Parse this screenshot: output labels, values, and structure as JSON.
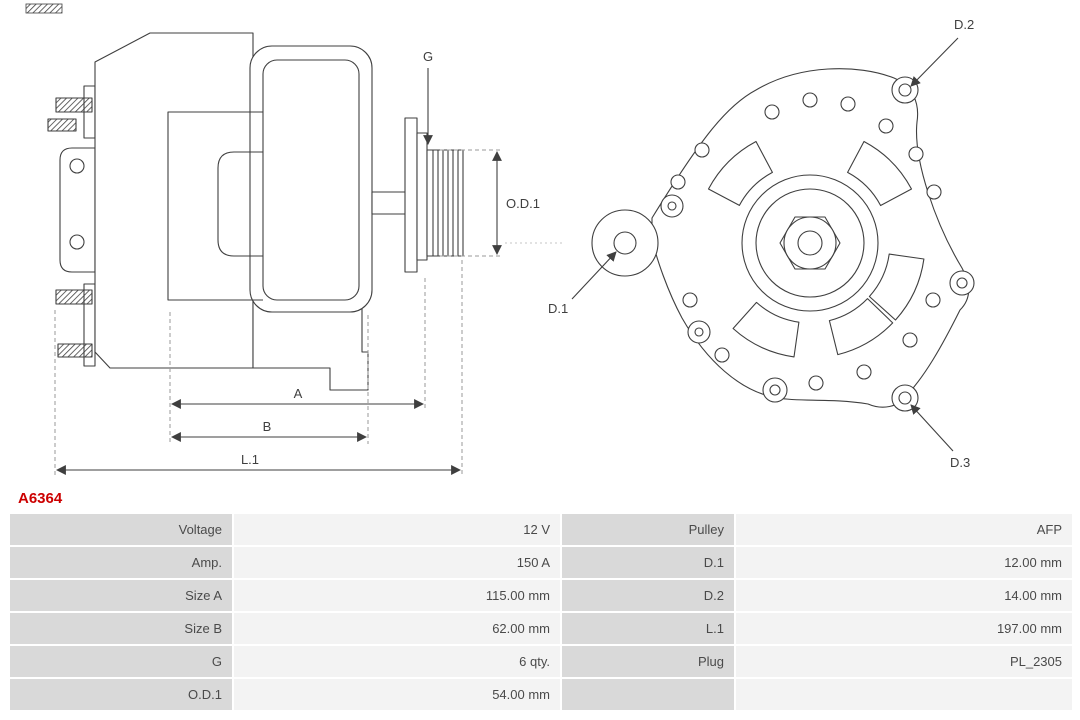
{
  "part_number": "A6364",
  "colors": {
    "part_number_red": "#cc0000",
    "table_label_bg": "#d9d9d9",
    "table_value_bg": "#f3f3f3",
    "line_color": "#3f3f3f"
  },
  "diagram_labels": {
    "g": "G",
    "od1": "O.D.1",
    "a": "A",
    "b": "B",
    "l1": "L.1",
    "d1": "D.1",
    "d2": "D.2",
    "d3": "D.3"
  },
  "spec_table": {
    "rows": [
      {
        "label_left": "Voltage",
        "value_left": "12 V",
        "label_right": "Pulley",
        "value_right": "AFP"
      },
      {
        "label_left": "Amp.",
        "value_left": "150 A",
        "label_right": "D.1",
        "value_right": "12.00 mm"
      },
      {
        "label_left": "Size A",
        "value_left": "115.00 mm",
        "label_right": "D.2",
        "value_right": "14.00 mm"
      },
      {
        "label_left": "Size B",
        "value_left": "62.00 mm",
        "label_right": "L.1",
        "value_right": "197.00 mm"
      },
      {
        "label_left": "G",
        "value_left": "6 qty.",
        "label_right": "Plug",
        "value_right": "PL_2305"
      },
      {
        "label_left": "O.D.1",
        "value_left": "54.00 mm",
        "label_right": "",
        "value_right": ""
      }
    ]
  }
}
